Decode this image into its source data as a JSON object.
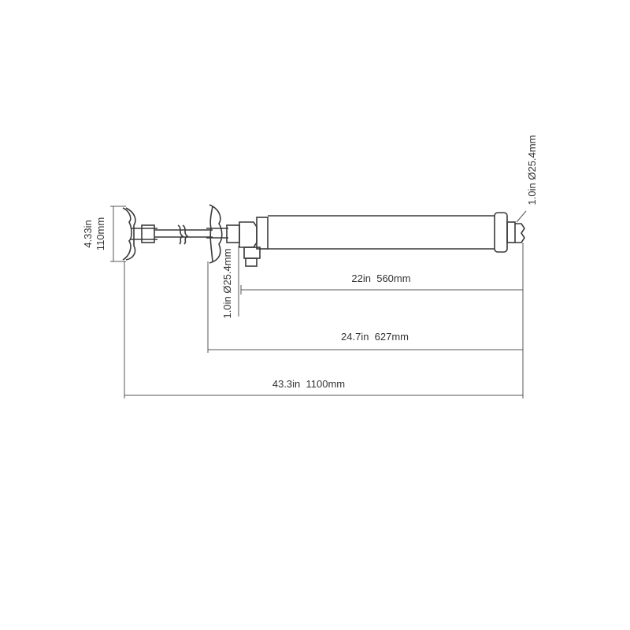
{
  "dimensions": {
    "handle_height": {
      "inches": "4.33in",
      "mm": "110mm"
    },
    "hose_diameter": "1.0in Ø25.4mm",
    "outlet_diameter": "1.0in Ø25.4mm",
    "barrel_length": "22in  560mm",
    "pump_length": "24.7in  627mm",
    "overall_length": "43.3in  1100mm"
  },
  "colors": {
    "line": "#3a3a3a",
    "dimension": "#555555",
    "background": "#ffffff"
  }
}
